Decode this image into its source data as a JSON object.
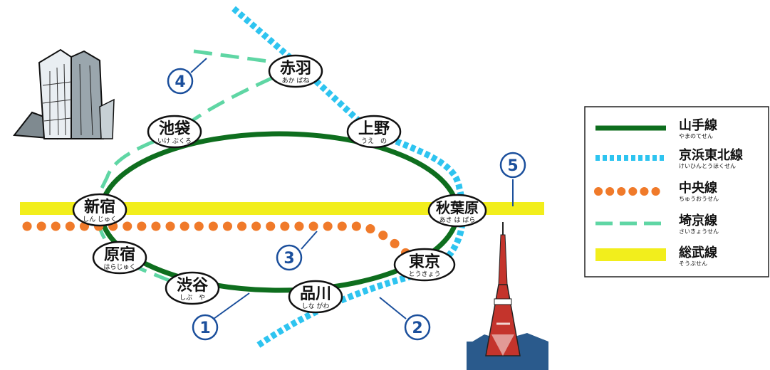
{
  "stations": [
    {
      "id": "akabane",
      "name": "赤羽",
      "reading": "あか ばね"
    },
    {
      "id": "ikebukuro",
      "name": "池袋",
      "reading": "いけ ぶくろ"
    },
    {
      "id": "ueno",
      "name": "上野",
      "reading": "うえ　の"
    },
    {
      "id": "shinjuku",
      "name": "新宿",
      "reading": "しん じゅく"
    },
    {
      "id": "akihabara",
      "name": "秋葉原",
      "reading": "あき は ばら"
    },
    {
      "id": "harajuku",
      "name": "原宿",
      "reading": "はらじゅく"
    },
    {
      "id": "tokyo",
      "name": "東京",
      "reading": "とうきょう"
    },
    {
      "id": "shibuya",
      "name": "渋谷",
      "reading": "しぶ　や"
    },
    {
      "id": "shinagawa",
      "name": "品川",
      "reading": "しな がわ"
    }
  ],
  "callouts": [
    "1",
    "2",
    "3",
    "4",
    "5"
  ],
  "legend": [
    {
      "name": "山手線",
      "reading": "やまのてせん",
      "color": "#0e6e1e",
      "style": "solid"
    },
    {
      "name": "京浜東北線",
      "reading": "けいひんとうほくせん",
      "color": "#2ec4f0",
      "style": "dotted"
    },
    {
      "name": "中央線",
      "reading": "ちゅうおうせん",
      "color": "#f07a2a",
      "style": "dots"
    },
    {
      "name": "埼京線",
      "reading": "さいきょうせん",
      "color": "#5fd6a4",
      "style": "dashed"
    },
    {
      "name": "総武線",
      "reading": "そうぶせん",
      "color": "#f2ee1c",
      "style": "band"
    }
  ],
  "colors": {
    "yamanote": "#0e6e1e",
    "keihin": "#2ec4f0",
    "chuo": "#f07a2a",
    "saikyo": "#5fd6a4",
    "sobu": "#f2ee1c",
    "callout": "#1b4f9c"
  }
}
